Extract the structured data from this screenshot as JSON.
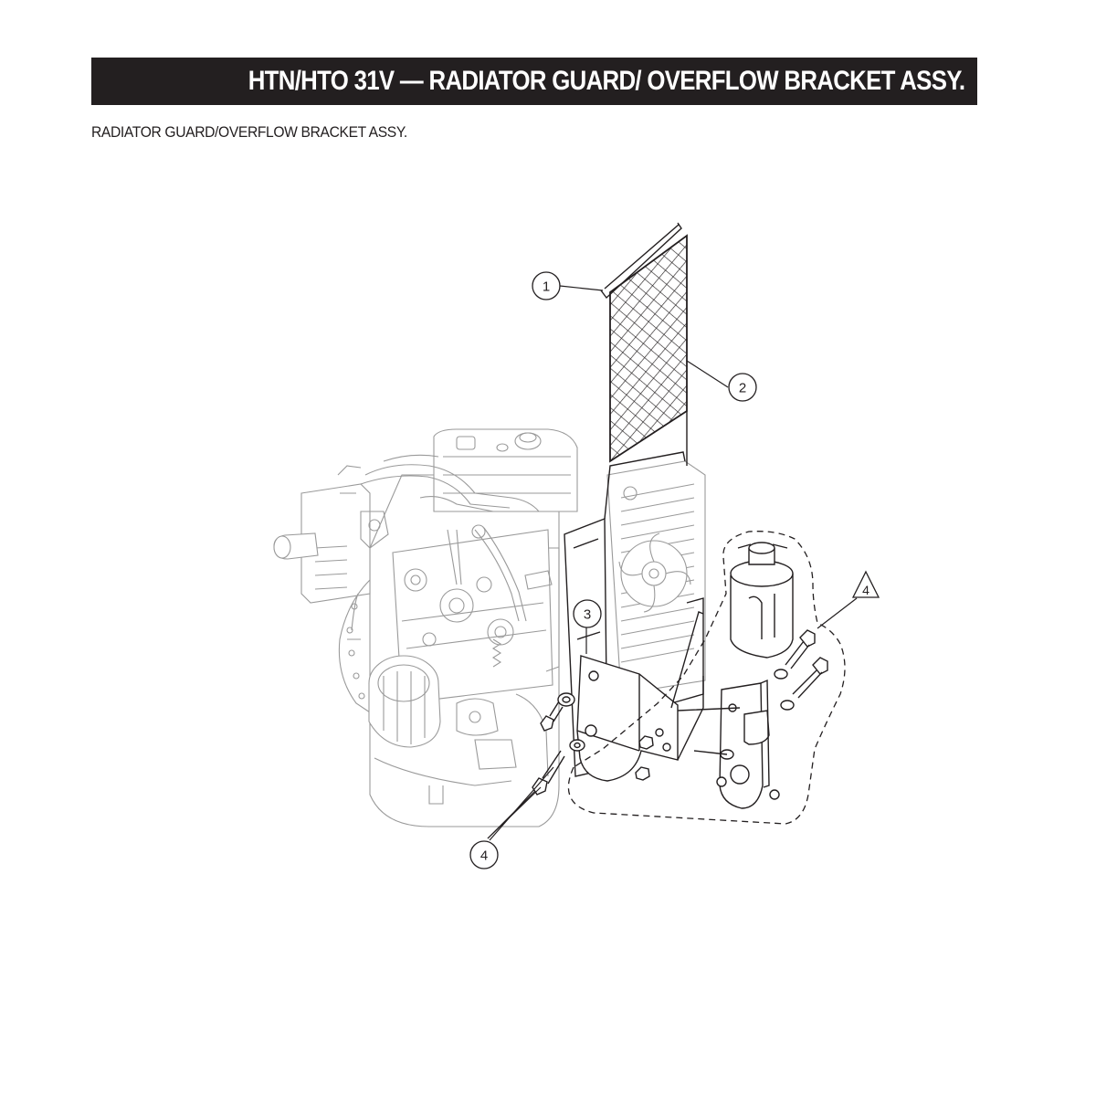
{
  "header": {
    "title": "HTN/HTO 31V — RADIATOR GUARD/ OVERFLOW BRACKET  ASSY.",
    "subtitle": "RADIATOR GUARD/OVERFLOW BRACKET ASSY."
  },
  "callouts": [
    {
      "number": "1",
      "shape": "circle"
    },
    {
      "number": "2",
      "shape": "circle"
    },
    {
      "number": "3",
      "shape": "circle"
    },
    {
      "number": "4",
      "shape": "triangle"
    },
    {
      "number": "4",
      "shape": "circle"
    }
  ],
  "colors": {
    "title_bar": "#231f20",
    "title_text": "#ffffff",
    "line_dark": "#231f20",
    "line_faint": "#9a9a9a"
  }
}
